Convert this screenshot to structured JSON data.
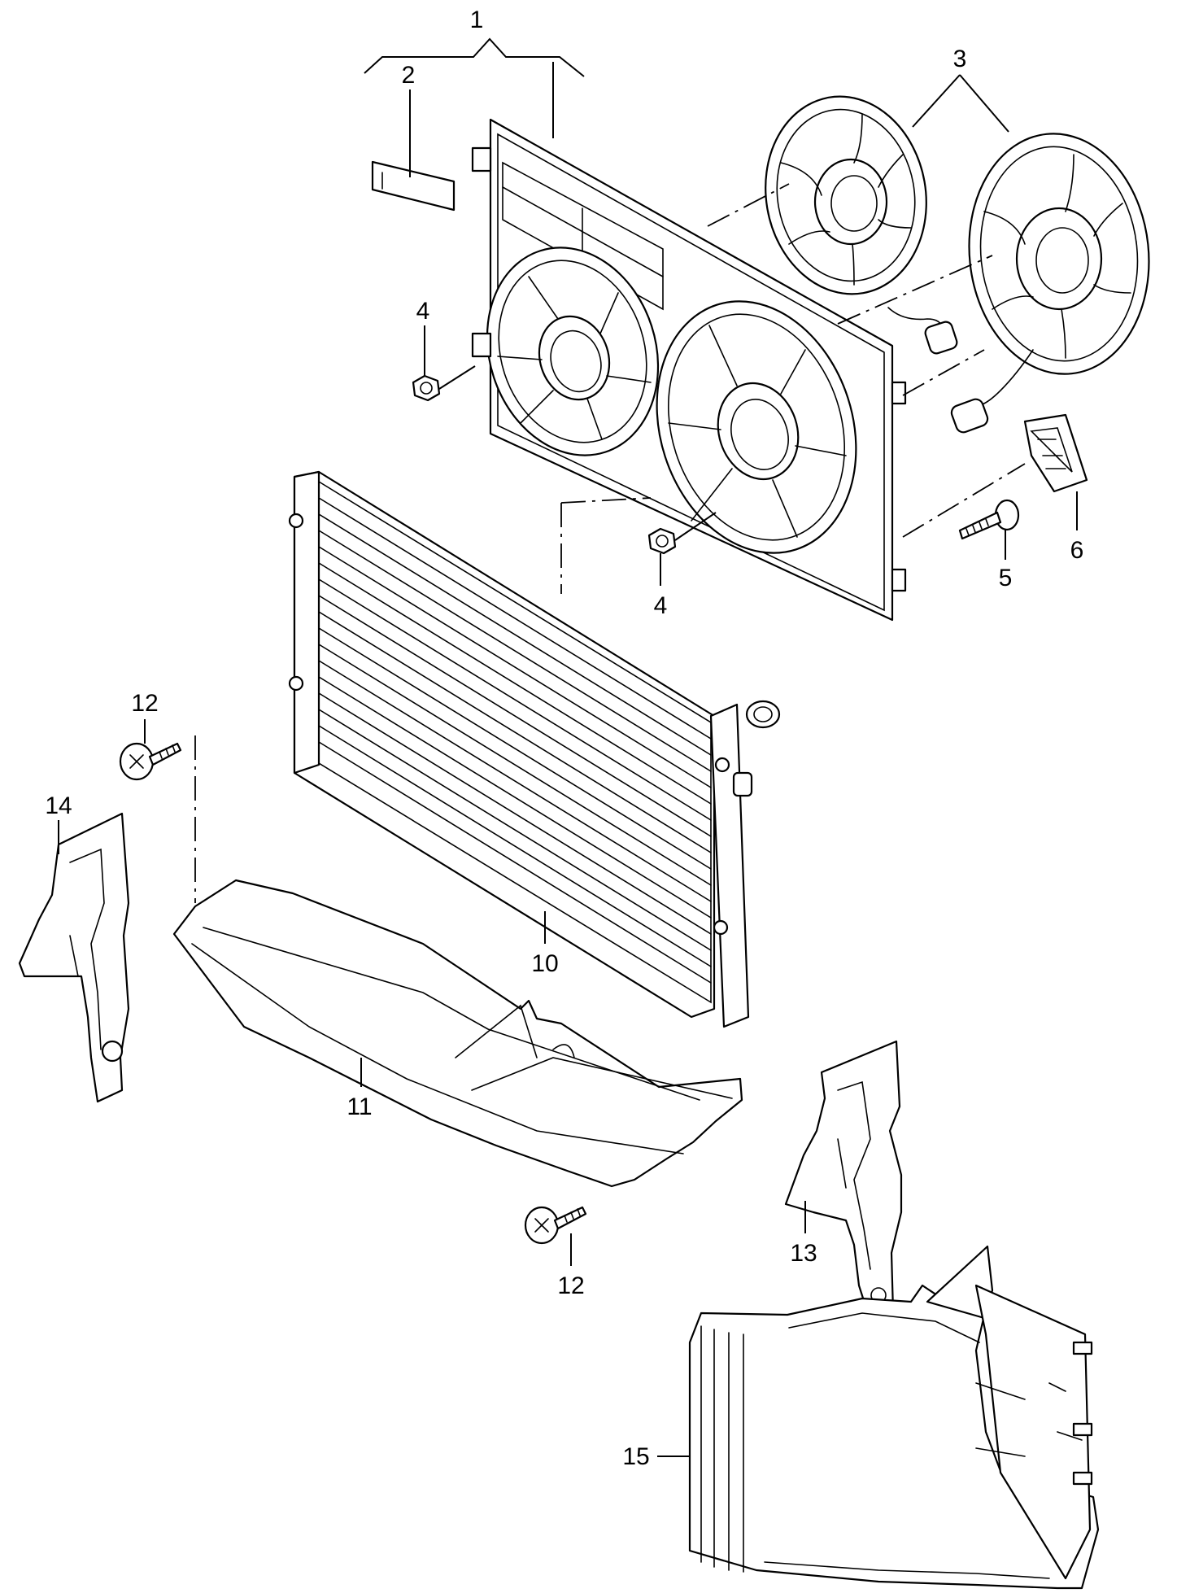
{
  "diagram": {
    "labels": {
      "l1": "1",
      "l2": "2",
      "l3": "3",
      "l4a": "4",
      "l4b": "4",
      "l5": "5",
      "l6": "6",
      "l10": "10",
      "l11": "11",
      "l12a": "12",
      "l12b": "12",
      "l13": "13",
      "l14": "14",
      "l15": "15"
    }
  }
}
